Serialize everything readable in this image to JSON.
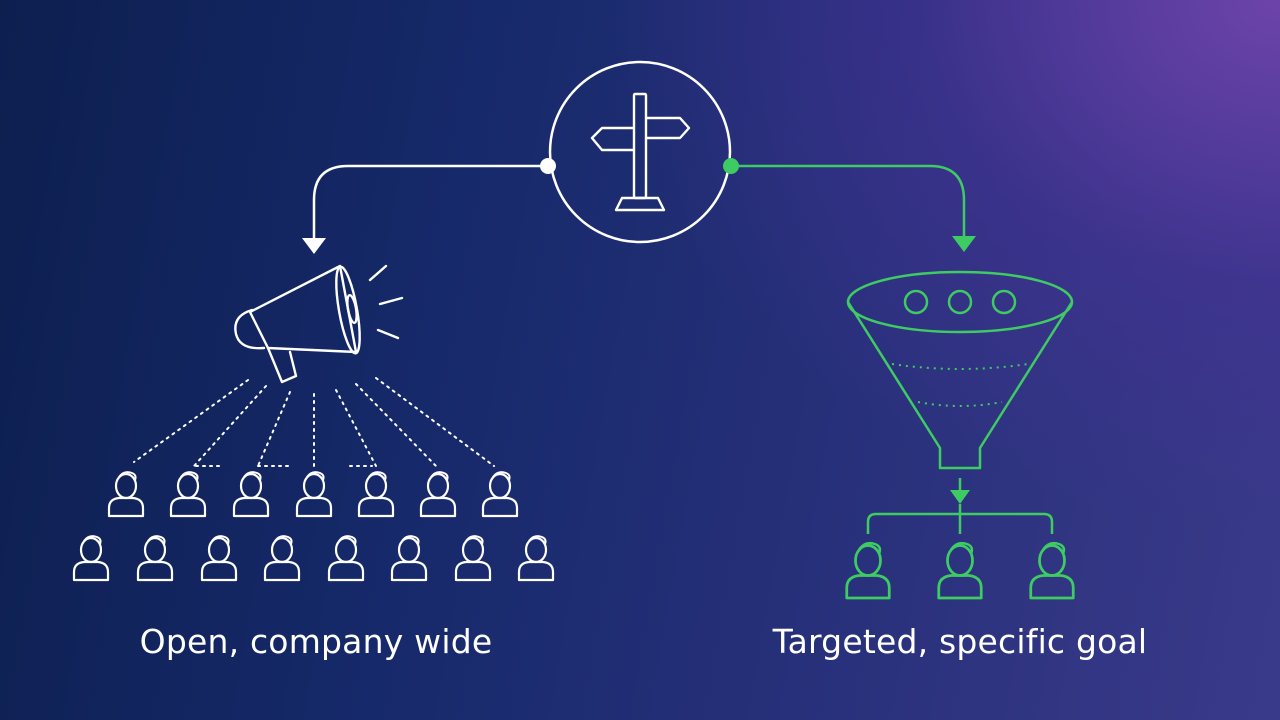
{
  "captions": {
    "left": "Open, company wide",
    "right": "Targeted, specific goal"
  },
  "colors": {
    "background_dark": "#0d1f4f",
    "background_accent": "#7044ac",
    "line_white": "#ffffff",
    "accent_green": "#3ecb63"
  },
  "icons": {
    "center": "signpost-icon",
    "left": "megaphone-icon",
    "right": "funnel-icon",
    "people": "person-icon"
  },
  "audience": {
    "left_person_count": 15,
    "right_person_count": 3
  }
}
